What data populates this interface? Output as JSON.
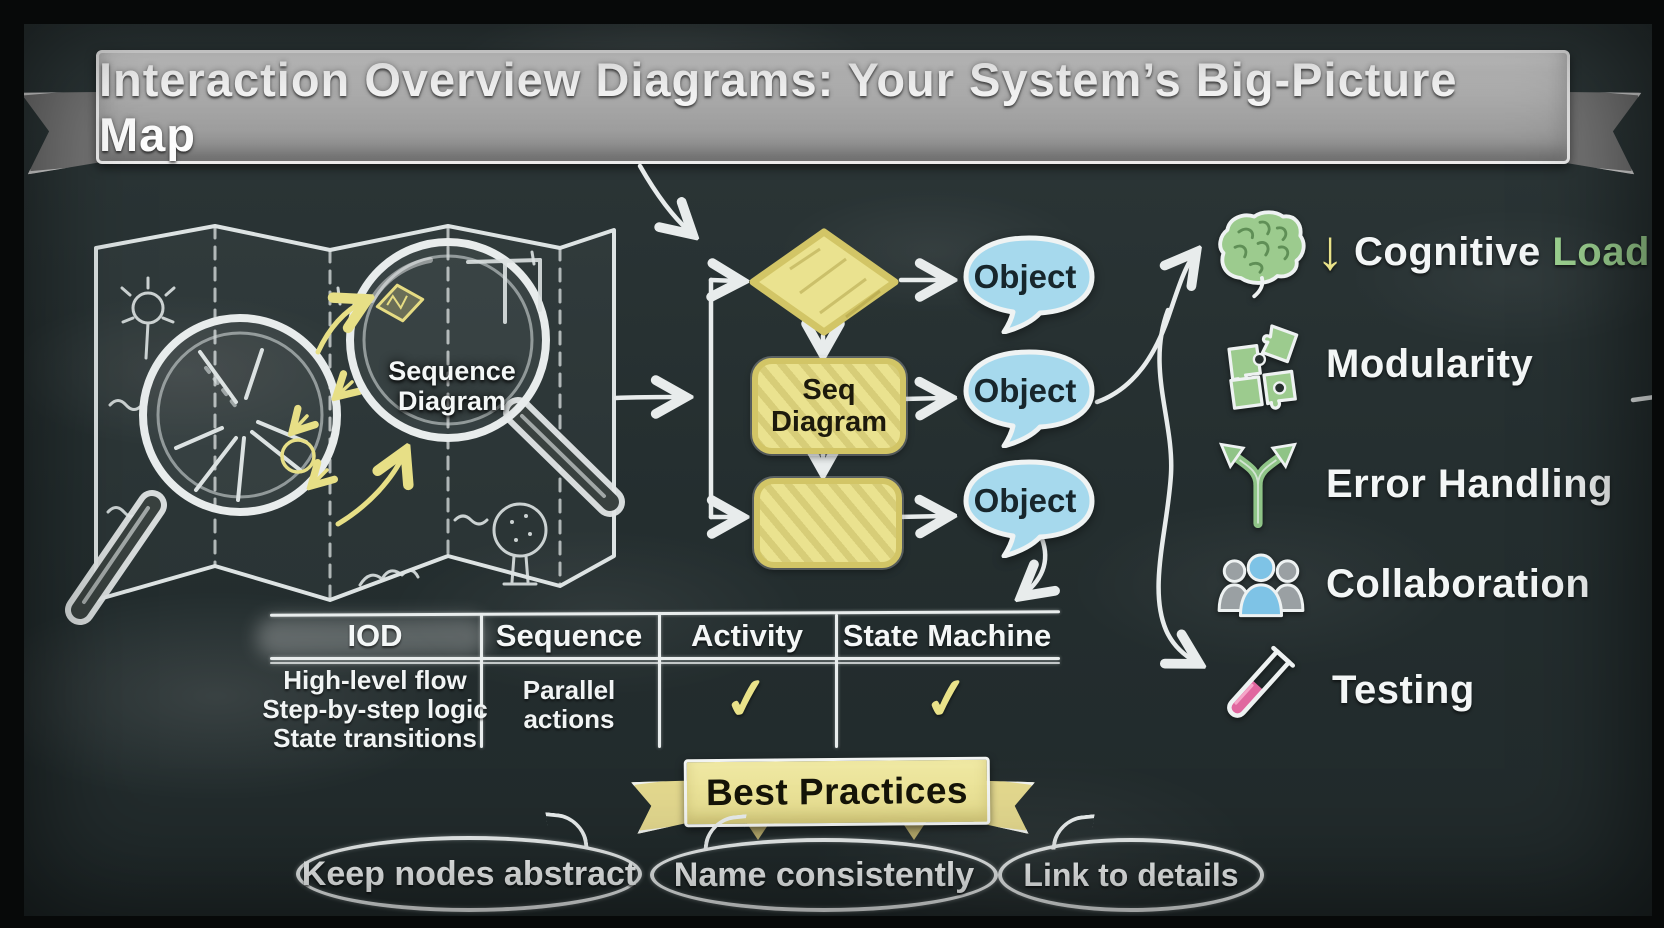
{
  "title": "Interaction Overview Diagrams: Your System’s Big-Picture Map",
  "map": {
    "magnifier_label": "Sequence\nDiagram"
  },
  "flowchart": {
    "seq_node_label": "Seq\nDiagram",
    "object_labels": [
      "Object",
      "Object",
      "Object"
    ]
  },
  "benefits": {
    "items": [
      {
        "icon": "brain-icon",
        "arrow": "↓",
        "word1": "Cognitive",
        "word2": "Load"
      },
      {
        "icon": "puzzle-icon",
        "label": "Modularity"
      },
      {
        "icon": "branch-arrows-icon",
        "label": "Error Handling"
      },
      {
        "icon": "people-icon",
        "label": "Collaboration"
      },
      {
        "icon": "test-tube-icon",
        "label": "Testing"
      }
    ]
  },
  "table": {
    "headers": [
      "IOD",
      "Sequence",
      "Activity",
      "State Machine"
    ],
    "row": {
      "iod_lines": [
        "High-level flow",
        "Step-by-step logic",
        "State transitions"
      ],
      "sequence_lines": "Parallel\nactions",
      "activity_check": "✓",
      "state_machine_check": "✓"
    }
  },
  "best_practices": {
    "title": "Best Practices",
    "bubbles": [
      "Keep nodes abstract",
      "Name consistently",
      "Link to details"
    ]
  },
  "colors": {
    "chalk_white": "#e9eded",
    "node_yellow": "#eae28f",
    "bubble_blue": "#a6d9ed",
    "icon_green": "#9ccb8e",
    "tube_pink": "#e0679f",
    "check_yellow": "#e9e289",
    "board": "#27302f"
  }
}
